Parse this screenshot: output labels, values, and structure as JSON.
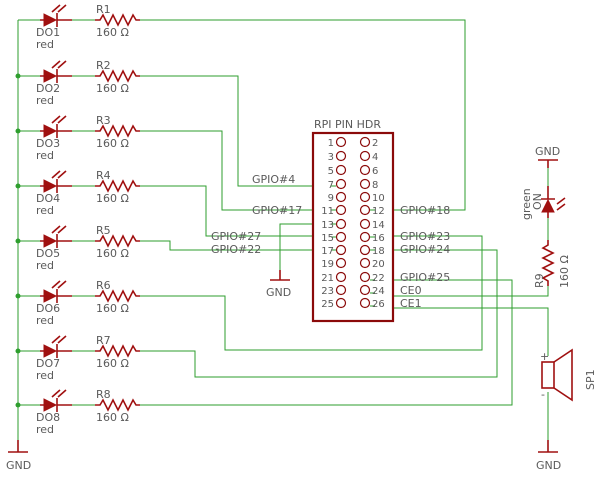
{
  "leds": [
    {
      "ref": "DO1",
      "color": "red",
      "resistor": "R1",
      "value": "160 Ω"
    },
    {
      "ref": "DO2",
      "color": "red",
      "resistor": "R2",
      "value": "160 Ω"
    },
    {
      "ref": "DO3",
      "color": "red",
      "resistor": "R3",
      "value": "160 Ω"
    },
    {
      "ref": "DO4",
      "color": "red",
      "resistor": "R4",
      "value": "160 Ω"
    },
    {
      "ref": "DO5",
      "color": "red",
      "resistor": "R5",
      "value": "160 Ω"
    },
    {
      "ref": "DO6",
      "color": "red",
      "resistor": "R6",
      "value": "160 Ω"
    },
    {
      "ref": "DO7",
      "color": "red",
      "resistor": "R7",
      "value": "160 Ω"
    },
    {
      "ref": "DO8",
      "color": "red",
      "resistor": "R8",
      "value": "160 Ω"
    }
  ],
  "ground_label": "GND",
  "header": {
    "title": "RPI PIN HDR",
    "odd_pins": [
      "1",
      "3",
      "5",
      "7",
      "9",
      "11",
      "13",
      "15",
      "17",
      "19",
      "21",
      "23",
      "25"
    ],
    "even_pins": [
      "2",
      "4",
      "6",
      "8",
      "10",
      "12",
      "14",
      "16",
      "18",
      "20",
      "22",
      "24",
      "26"
    ]
  },
  "gpio_labels": {
    "gpio4": "GPIO#4",
    "gpio17": "GPIO#17",
    "gpio27": "GPIO#27",
    "gpio22": "GPIO#22",
    "gpio18": "GPIO#18",
    "gpio23": "GPIO#23",
    "gpio24": "GPIO#24",
    "gpio25": "GPIO#25",
    "ce0": "CE0",
    "ce1": "CE1"
  },
  "power_led": {
    "label_top": "ON",
    "label_color": "green",
    "resistor": "R9",
    "value": "160 Ω"
  },
  "speaker": {
    "ref": "SP1",
    "plus": "+",
    "minus": "-"
  },
  "colors": {
    "wire": "#2e9e2e",
    "part": "#a01010",
    "text": "#5a5a5a"
  }
}
